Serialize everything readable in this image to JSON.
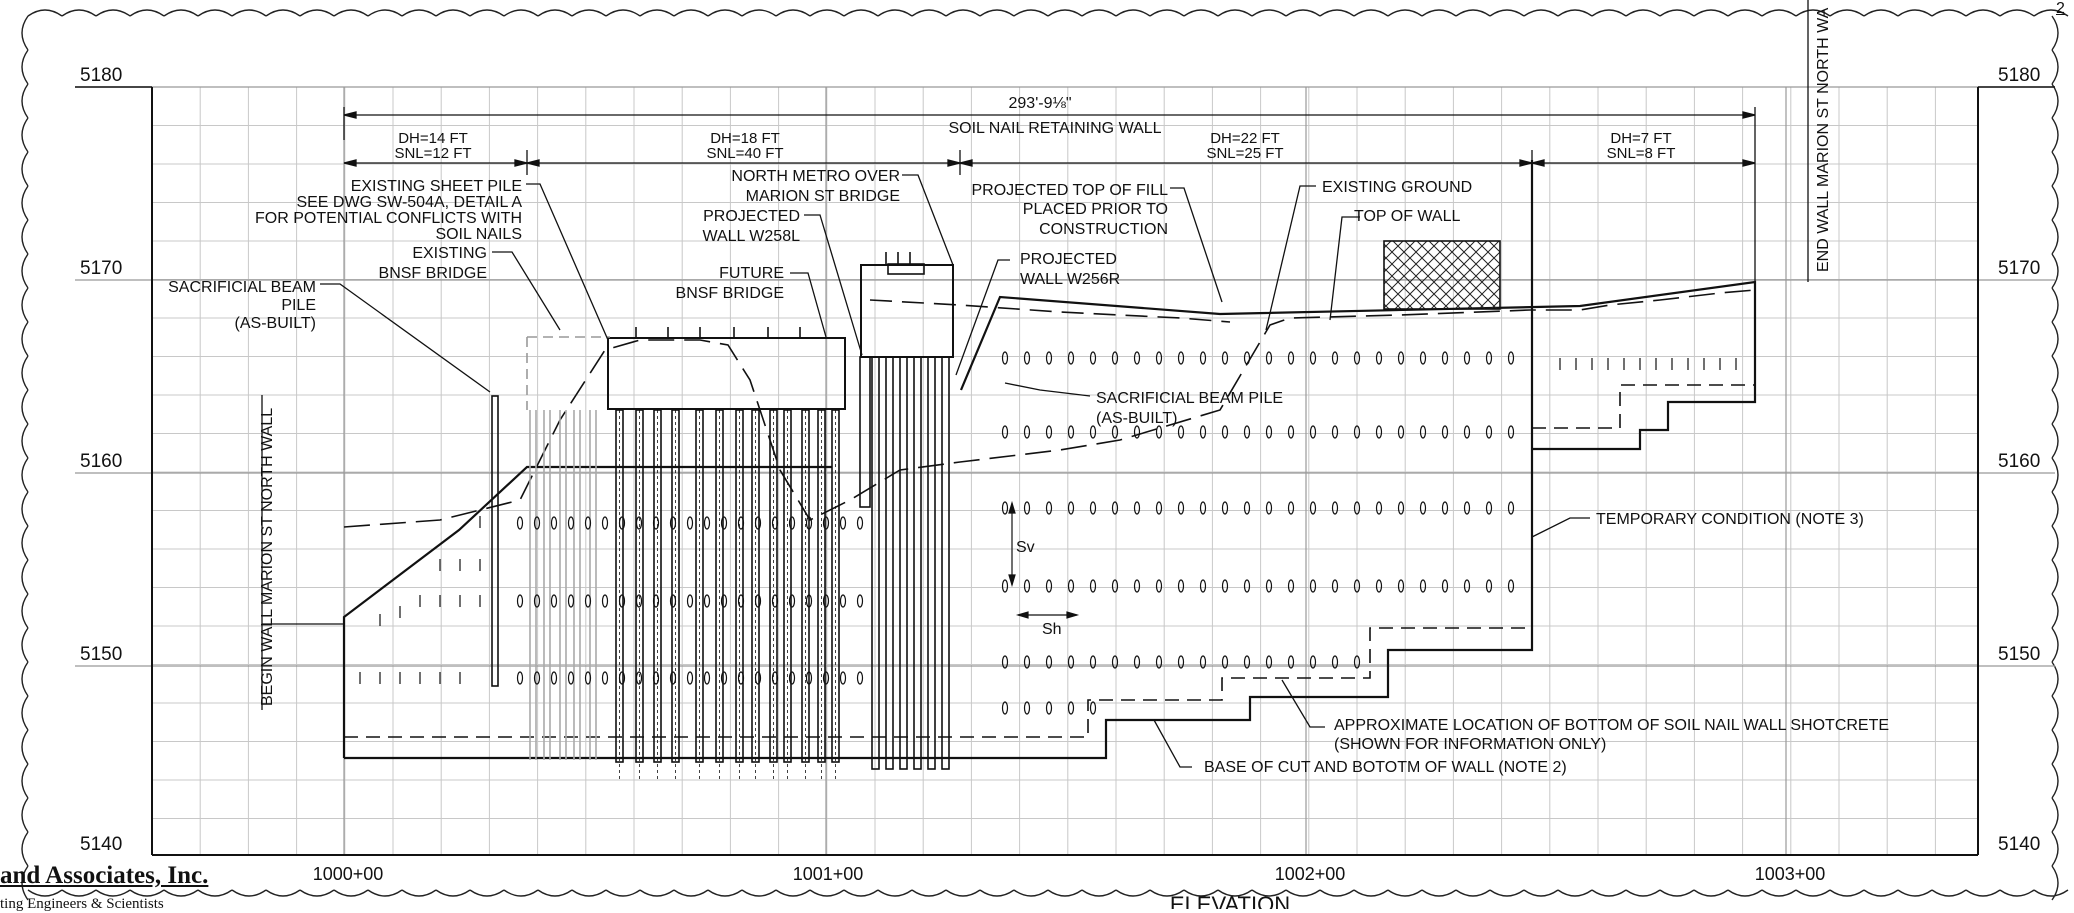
{
  "revision_mark": "2",
  "firm": {
    "name": "and Associates, Inc.",
    "subtitle": "ting Engineers & Scientists"
  },
  "view_title": "ELEVATION",
  "chart_data": {
    "type": "diagram",
    "y_axis": {
      "values": [
        5180,
        5170,
        5160,
        5150,
        5140
      ]
    },
    "x_axis": {
      "stations": [
        "1000+00",
        "1001+00",
        "1002+00",
        "1003+00"
      ]
    },
    "overall_dimension": "293'-9⅛\"",
    "wall_name": "SOIL NAIL RETAINING WALL",
    "segments": [
      {
        "dh": "DH=14 FT",
        "snl": "SNL=12 FT"
      },
      {
        "dh": "DH=18 FT",
        "snl": "SNL=40 FT"
      },
      {
        "dh": "DH=22 FT",
        "snl": "SNL=25 FT"
      },
      {
        "dh": "DH=7 FT",
        "snl": "SNL=8 FT"
      }
    ],
    "labels": {
      "sheet_pile": [
        "EXISTING SHEET PILE",
        "SEE DWG SW-504A, DETAIL A",
        "FOR POTENTIAL CONFLICTS WITH",
        "SOIL NAILS"
      ],
      "bnsf_existing": [
        "EXISTING",
        "BNSF BRIDGE"
      ],
      "sacrificial_left": [
        "SACRIFICIAL BEAM",
        "PILE",
        "(AS-BUILT)"
      ],
      "north_metro": [
        "NORTH METRO OVER",
        "MARION ST BRIDGE"
      ],
      "wall_w258l": [
        "PROJECTED",
        "WALL W258L"
      ],
      "future_bnsf": [
        "FUTURE",
        "BNSF BRIDGE"
      ],
      "wall_w256r": [
        "PROJECTED",
        "WALL W256R"
      ],
      "top_of_fill": [
        "PROJECTED TOP OF FILL",
        "PLACED PRIOR TO",
        "CONSTRUCTION"
      ],
      "existing_ground": "EXISTING GROUND",
      "top_of_wall": "TOP OF WALL",
      "sacrificial_mid": [
        "SACRIFICIAL BEAM PILE",
        "(AS-BUILT)"
      ],
      "temporary": "TEMPORARY CONDITION (NOTE 3)",
      "shotcrete": [
        "APPROXIMATE LOCATION OF BOTTOM OF SOIL NAIL WALL SHOTCRETE",
        "(SHOWN FOR INFORMATION ONLY)"
      ],
      "base_of_cut": "BASE OF CUT AND BOTOTM OF WALL (NOTE 2)",
      "sv": "Sv",
      "sh": "Sh",
      "begin_wall": "BEGIN WALL MARION ST NORTH WALL",
      "end_wall": "END WALL MARION ST NORTH WA"
    }
  }
}
